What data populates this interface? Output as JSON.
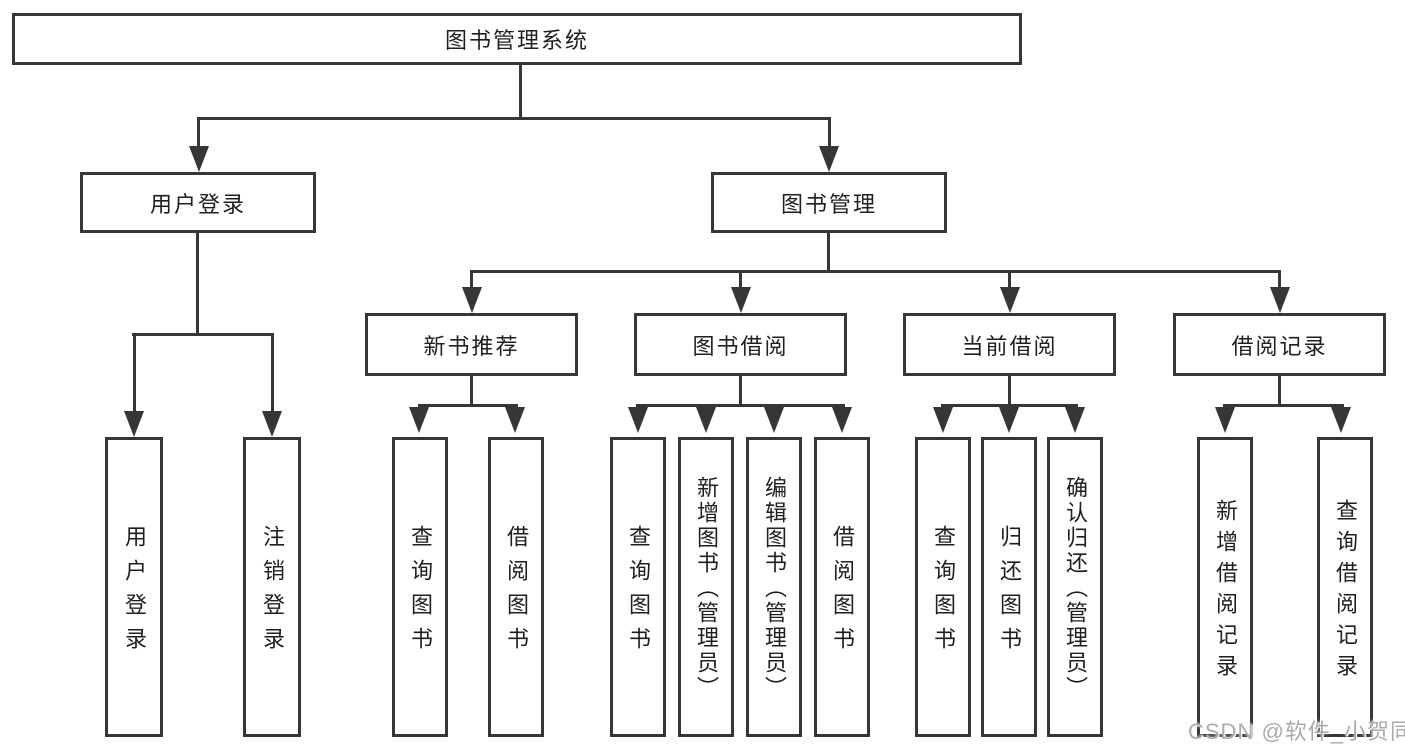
{
  "diagram": {
    "root": "图书管理系统",
    "level1": {
      "user_login": "用户登录",
      "book_mgmt": "图书管理"
    },
    "level2": {
      "new_books": "新书推荐",
      "borrowing": "图书借阅",
      "current": "当前借阅",
      "records": "借阅记录"
    },
    "leaf": {
      "login": "用户登录",
      "logout": "注销登录",
      "nb_query": "查询图书",
      "nb_borrow": "借阅图书",
      "bw_query": "查询图书",
      "bw_add": "新增图书（管理员）",
      "bw_edit": "编辑图书（管理员）",
      "bw_borrow": "借阅图书",
      "cur_query": "查询图书",
      "cur_return": "归还图书",
      "cur_confirm": "确认归还（管理员）",
      "rec_add": "新增借阅记录",
      "rec_query": "查询借阅记录"
    }
  },
  "watermark": "CSDN @软件_小贺同学",
  "colors": {
    "line": "#363636",
    "text": "#1f1f1f",
    "watermark": "#a9abae",
    "background": "#ffffff"
  }
}
